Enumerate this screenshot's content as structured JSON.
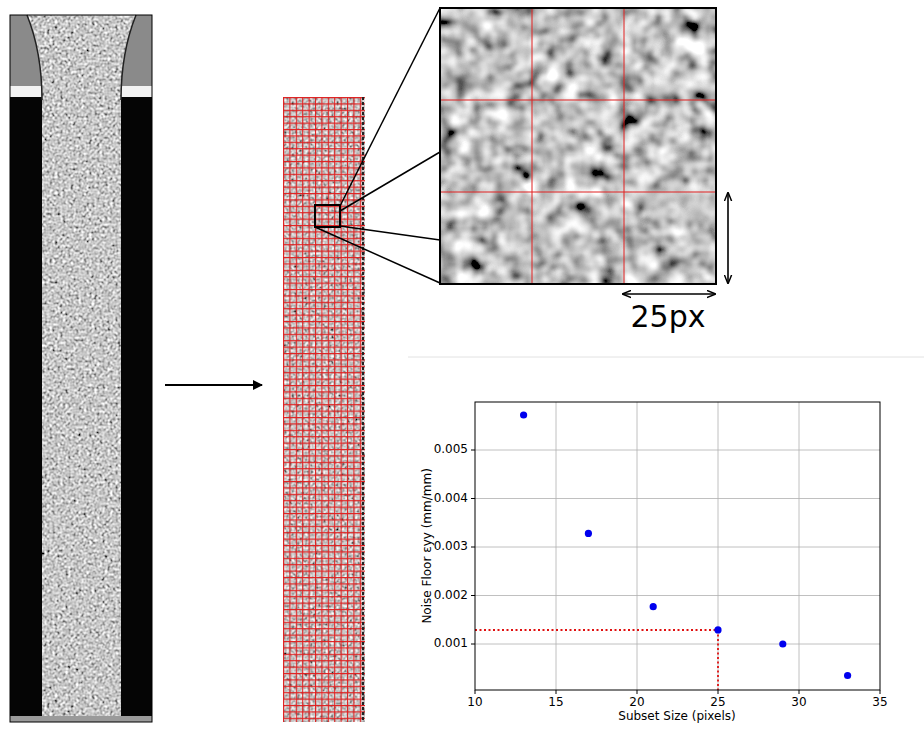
{
  "diagram": {
    "labels": [
      "25px",
      "Noise Floor εyy (mm/mm)",
      "0.001",
      "0.002",
      "0.003",
      "0.004",
      "0.005",
      "10",
      "15",
      "20",
      "25",
      "30",
      "35",
      "Subset Size (pixels)"
    ]
  }
}
